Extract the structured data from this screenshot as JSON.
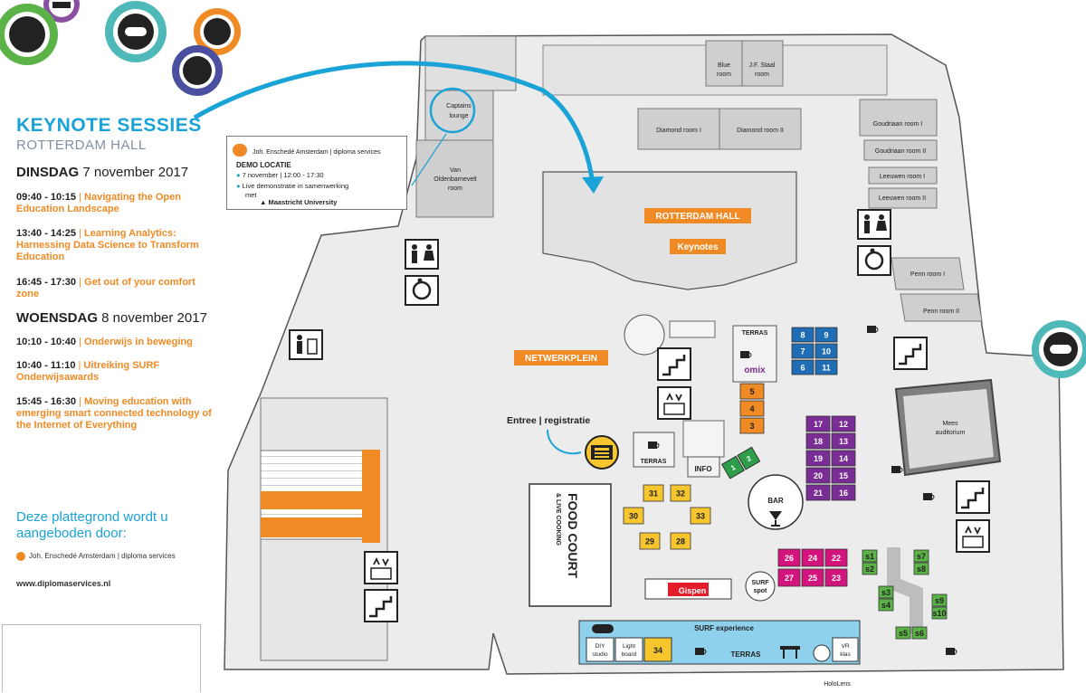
{
  "top_icons": [
    "board-game-icon",
    "vr-headset-icon",
    "gamepad-icon",
    "network-icon",
    "laptop-user-icon"
  ],
  "sidebar": {
    "title": "KEYNOTE SESSIES",
    "subtitle": "ROTTERDAM HALL",
    "day1": {
      "label": "DINSDAG",
      "date": "7 november 2017"
    },
    "sessions_day1": [
      {
        "time": "09:40 - 10:15",
        "title": "Navigating the Open Education Landscape"
      },
      {
        "time": "13:40 - 14:25",
        "title": "Learning Analytics: Harnessing Data Science to Transform Education"
      },
      {
        "time": "16:45 - 17:30",
        "title": "Get out of your comfort zone"
      }
    ],
    "day2": {
      "label": "WOENSDAG",
      "date": "8 november 2017"
    },
    "sessions_day2": [
      {
        "time": "10:10 - 10:40",
        "title": "Onderwijs in beweging"
      },
      {
        "time": "10:40 - 11:10",
        "title": "Uitreiking SURF Onderwijsawards"
      },
      {
        "time": "15:45 - 16:30",
        "title": "Moving education with emerging smart connected technology of the Internet of Everything"
      }
    ],
    "offered_by": "Deze plattegrond wordt u aangeboden door:",
    "sponsor": "Joh. Enschedé Amsterdam | diploma services",
    "website": "www.diplomaservices.nl"
  },
  "demo_box": {
    "header": "Joh. Enschedé Amsterdam | diploma services",
    "title": "DEMO LOCATIE",
    "line1": "7 november | 12:00 - 17:30",
    "line2": "Live demonstratie in samenwerking",
    "line3": "met",
    "partner": "Maastricht University"
  },
  "rooms": {
    "captains": [
      "Captains",
      "lounge"
    ],
    "van_olden": [
      "Van",
      "Oldenbarnevelt",
      "room"
    ],
    "blue": [
      "Blue",
      "room"
    ],
    "jf_staal": [
      "J.F. Staal",
      "room"
    ],
    "diamond1": "Diamond room I",
    "diamond2": "Diamond room II",
    "goudriaan1": "Goudriaan room I",
    "goudriaan2": "Goudriaan room II",
    "leeuwen1": "Leeuwen room I",
    "leeuwen2": "Leeuwen room II",
    "penn1": "Penn room I",
    "penn2": "Penn room II",
    "mees": [
      "Mees",
      "auditorium"
    ]
  },
  "labels": {
    "rotterdam_hall": "ROTTERDAM HALL",
    "keynotes": "Keynotes",
    "netwerkplein": "NETWERKPLEIN",
    "entree": "Entree | registratie",
    "terras": "TERRAS",
    "terras_omix": "TERRAS",
    "omix": "omix",
    "info": "INFO",
    "bar": "BAR",
    "food_court": "FOOD COURT",
    "live_cooking": "& LIVE COOKING",
    "gispen": "Gispen",
    "surf_spot": [
      "SURF",
      "spot"
    ],
    "surf_experience": "SURF experience",
    "diy": [
      "DIY",
      "studio"
    ],
    "light": [
      "Light",
      "board"
    ],
    "booth34": "34",
    "terras_bottom": "TERRAS",
    "vr": [
      "VR",
      "klas"
    ],
    "hololens": "HoloLens"
  },
  "booths": {
    "blue": [
      "8",
      "9",
      "7",
      "10",
      "6",
      "11"
    ],
    "orange": [
      "5",
      "4",
      "3"
    ],
    "green": [
      "1",
      "2"
    ],
    "purple": [
      "17",
      "12",
      "18",
      "13",
      "19",
      "14",
      "20",
      "15",
      "21",
      "16"
    ],
    "yellow_ring": [
      "31",
      "32",
      "30",
      "33",
      "29",
      "28"
    ],
    "magenta": [
      "26",
      "24",
      "22",
      "27",
      "25",
      "23"
    ],
    "surf_small": [
      "s1",
      "s2",
      "s3",
      "s4",
      "s5",
      "s6",
      "s7",
      "s8",
      "s9",
      "s10"
    ]
  },
  "colors": {
    "accent_blue": "#1aa3d6",
    "accent_orange": "#f08a24",
    "blue_booth": "#1f6eb5",
    "orange_booth": "#f08a24",
    "green_booth": "#2e9e4a",
    "purple_booth": "#7b2d96",
    "yellow_booth": "#f7c62f",
    "magenta_booth": "#d4147d",
    "surf_green": "#5bb247",
    "surf_panel": "#8fd0ec",
    "gispen_red": "#e31d2a"
  }
}
